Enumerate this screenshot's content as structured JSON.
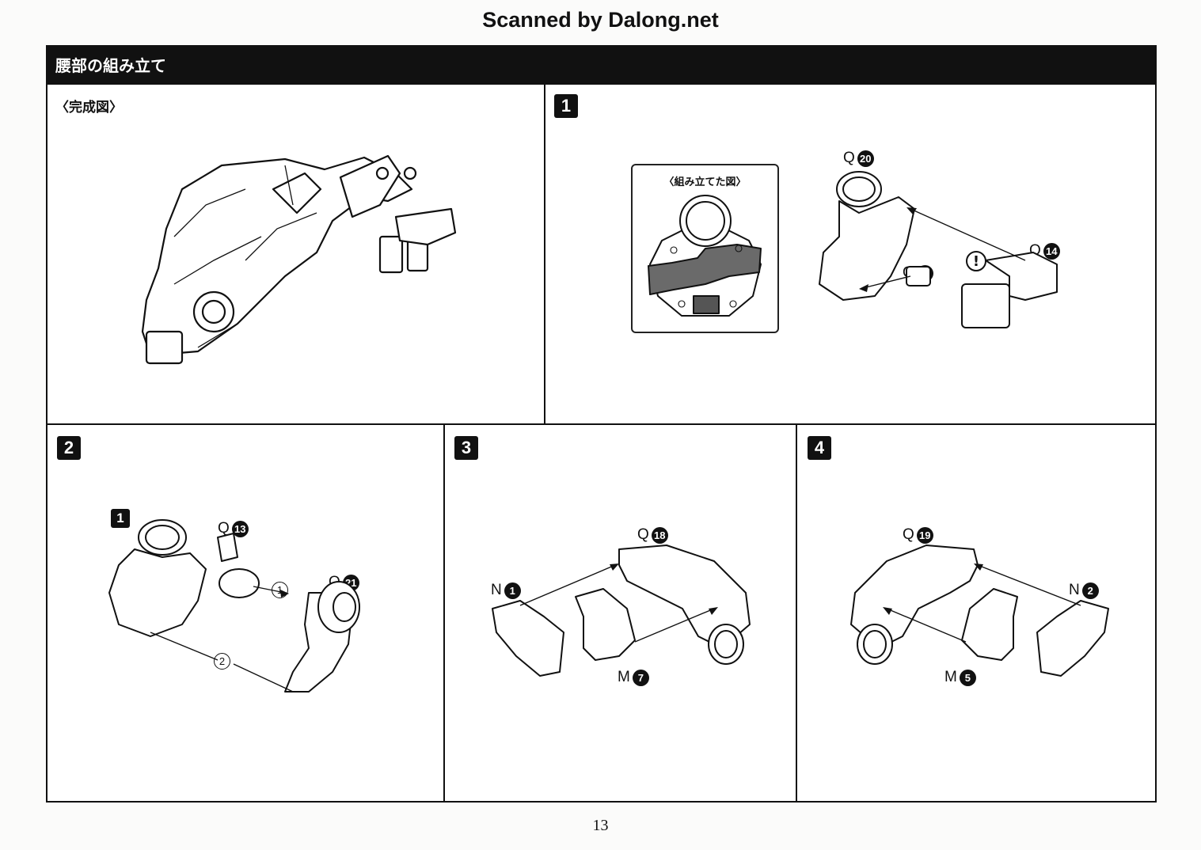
{
  "scan_credit": "Scanned by Dalong.net",
  "section_title": "腰部の組み立て",
  "page_number": "13",
  "panels": {
    "complete": {
      "label": "〈完成図〉"
    },
    "step1": {
      "number": "1",
      "inset_label": "〈組み立てた図〉",
      "parts": [
        {
          "letter": "Q",
          "num": "20"
        },
        {
          "letter": "Q",
          "num": "14"
        },
        {
          "letter": "Q",
          "num": "6"
        }
      ],
      "warning_icon": "exclamation-icon"
    },
    "step2": {
      "number": "2",
      "ref_step": "1",
      "parts": [
        {
          "letter": "Q",
          "num": "13"
        },
        {
          "letter": "Q",
          "num": "21"
        }
      ],
      "order": [
        "1",
        "2"
      ]
    },
    "step3": {
      "number": "3",
      "parts": [
        {
          "letter": "Q",
          "num": "18"
        },
        {
          "letter": "N",
          "num": "1"
        },
        {
          "letter": "M",
          "num": "7"
        }
      ]
    },
    "step4": {
      "number": "4",
      "parts": [
        {
          "letter": "Q",
          "num": "19"
        },
        {
          "letter": "N",
          "num": "2"
        },
        {
          "letter": "M",
          "num": "5"
        }
      ]
    }
  }
}
